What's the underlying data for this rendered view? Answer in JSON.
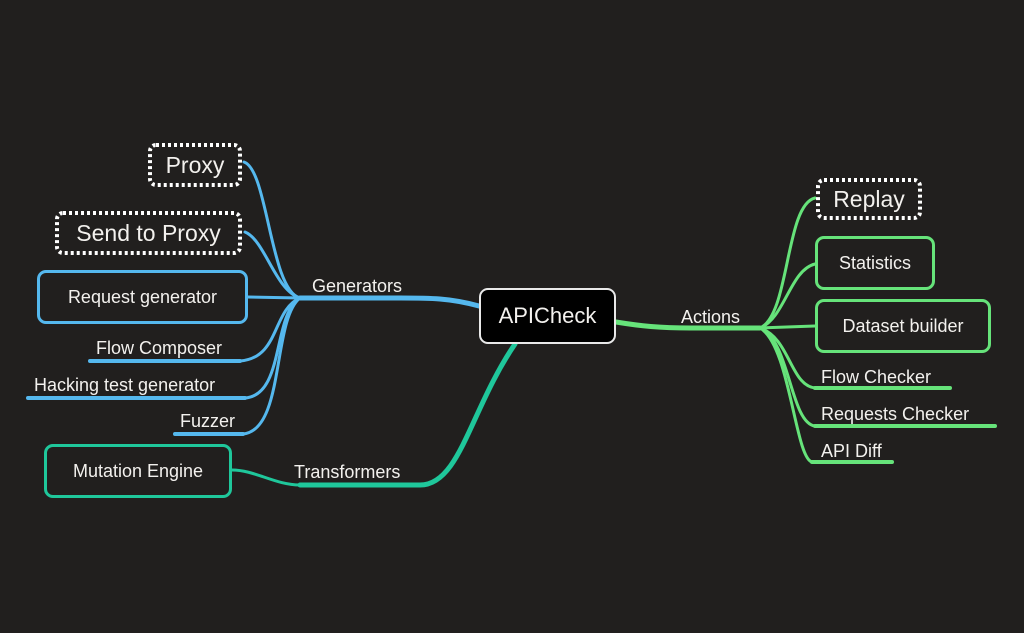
{
  "root": {
    "label": "APICheck"
  },
  "branches": {
    "generators": {
      "label": "Generators",
      "color": "#55b8ee"
    },
    "transformers": {
      "label": "Transformers",
      "color": "#1fc79b"
    },
    "actions": {
      "label": "Actions",
      "color": "#66e37a"
    }
  },
  "nodes": {
    "proxy": "Proxy",
    "send_to_proxy": "Send to Proxy",
    "request_generator": "Request generator",
    "flow_composer": "Flow Composer",
    "hacking_test_generator": "Hacking test generator",
    "fuzzer": "Fuzzer",
    "mutation_engine": "Mutation Engine",
    "replay": "Replay",
    "statistics": "Statistics",
    "dataset_builder": "Dataset builder",
    "flow_checker": "Flow Checker",
    "requests_checker": "Requests Checker",
    "api_diff": "API Diff"
  }
}
